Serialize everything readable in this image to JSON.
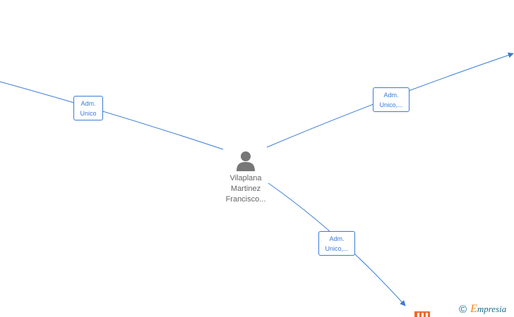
{
  "colors": {
    "edge": "#3a7bd5",
    "person": "#777777",
    "company": "#f06a2a",
    "watermark": "#1a6e8a",
    "watermark_accent": "#f08a1a"
  },
  "person": {
    "name_lines": [
      "Vilaplana",
      "Martinez",
      "Francisco..."
    ]
  },
  "edges": [
    {
      "label_lines": [
        "Adm.",
        "Unico"
      ]
    },
    {
      "label_lines": [
        "Adm.",
        "Unico,..."
      ]
    },
    {
      "label_lines": [
        "Adm.",
        "Unico,..."
      ]
    }
  ],
  "watermark": {
    "symbol": "©",
    "initial": "E",
    "rest": "mpresia"
  }
}
